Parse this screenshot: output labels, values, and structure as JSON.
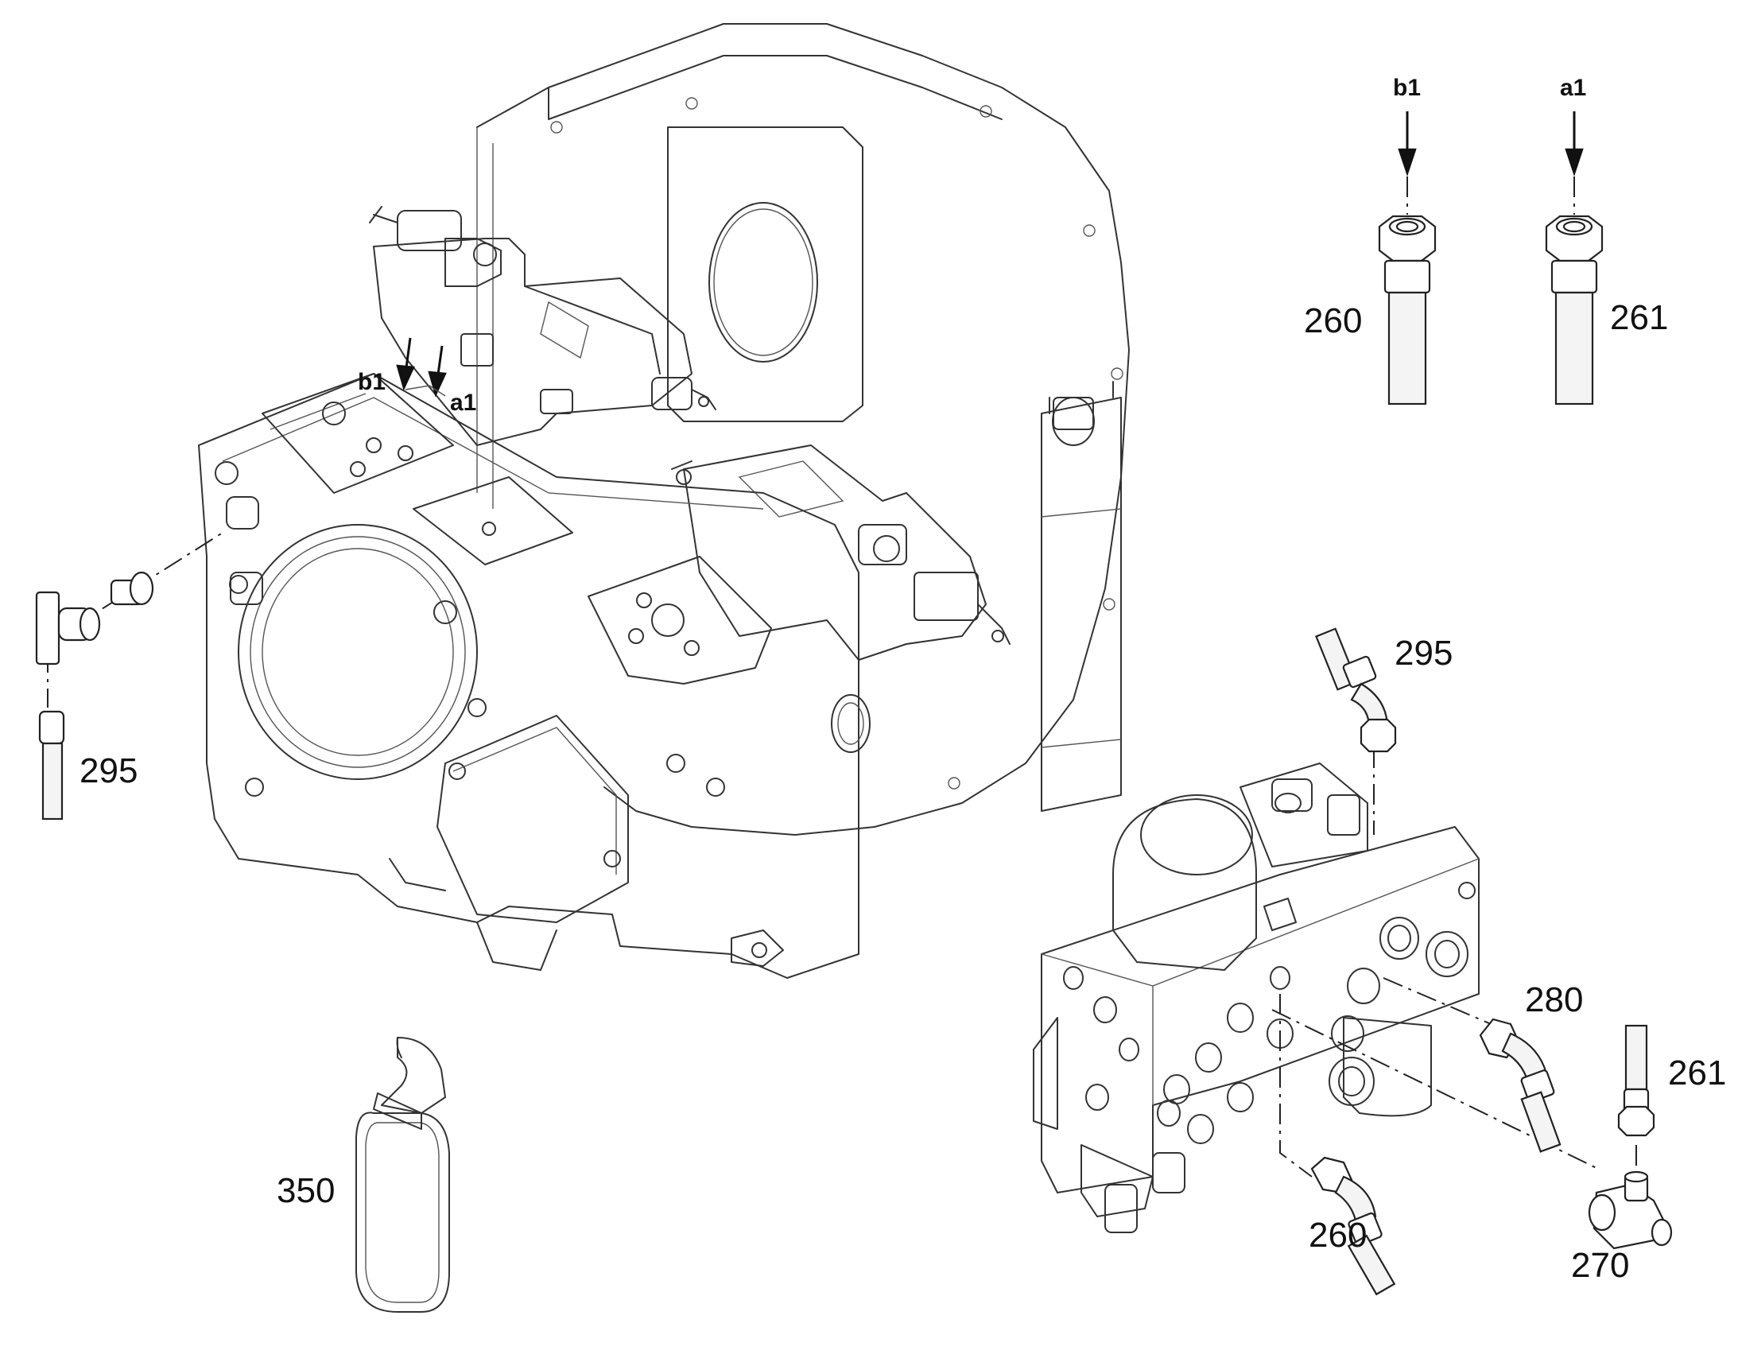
{
  "diagram": {
    "callouts": {
      "c260_top": "260",
      "c261_top": "261",
      "c295_left": "295",
      "c295_right": "295",
      "c280": "280",
      "c261_right": "261",
      "c260_bottom": "260",
      "c270": "270",
      "c350": "350"
    },
    "ports": {
      "b1_top": "b1",
      "a1_top": "a1",
      "b1_pump": "b1",
      "a1_pump": "a1"
    }
  }
}
